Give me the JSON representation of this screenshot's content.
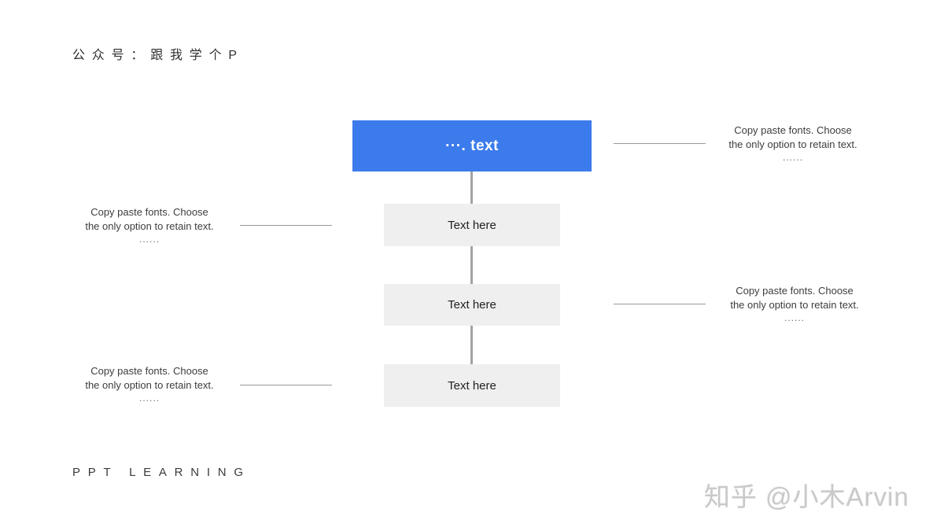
{
  "slide": {
    "brand_top": "公众号：跟我学个P",
    "brand_bottom": "PPT LEARNING",
    "watermark": "知乎 @小木Arvin"
  },
  "flow": {
    "root_label": "···. text",
    "nodes": [
      {
        "label": "Text here"
      },
      {
        "label": "Text here"
      },
      {
        "label": "Text here"
      }
    ]
  },
  "annotations": [
    {
      "side": "right",
      "attached_to": "root-node",
      "lines": [
        "Copy paste fonts. Choose",
        "the only option to retain text.",
        "......"
      ]
    },
    {
      "side": "left",
      "attached_to": "flow-node-1",
      "lines": [
        "Copy paste fonts. Choose",
        "the only option to retain text.",
        "......"
      ]
    },
    {
      "side": "right",
      "attached_to": "flow-node-2",
      "lines": [
        "Copy paste fonts. Choose",
        "the only option to retain text.",
        "......"
      ]
    },
    {
      "side": "left",
      "attached_to": "flow-node-3",
      "lines": [
        "Copy paste fonts. Choose",
        "the only option to retain text.",
        "......"
      ]
    }
  ],
  "colors": {
    "accent_blue": "#3c7bec",
    "node_gray": "#efefef",
    "connector_gray": "#a3a3a3",
    "leader_line_gray": "#999999",
    "watermark_gray": "#c9c9c9"
  }
}
